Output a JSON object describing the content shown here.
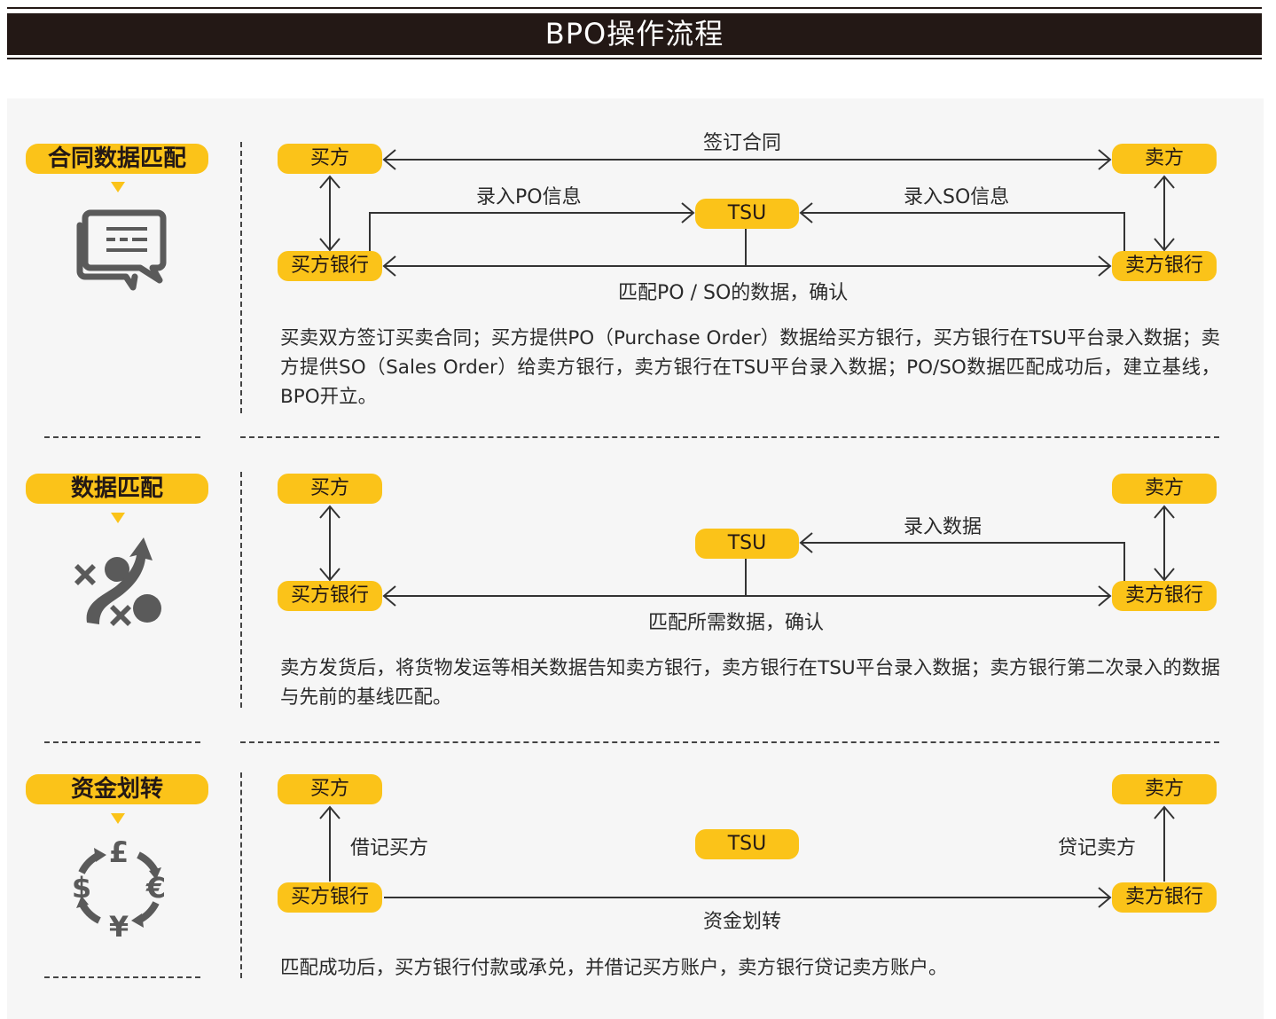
{
  "title": "BPO操作流程",
  "nodes": {
    "buyer": "买方",
    "seller": "卖方",
    "buyer_bank": "买方银行",
    "seller_bank": "卖方银行",
    "tsu": "TSU"
  },
  "sections": [
    {
      "label": "合同数据匹配",
      "icon": "chat-bubbles-icon",
      "edges": {
        "top": "签订合同",
        "left_in": "录入PO信息",
        "right_in": "录入SO信息",
        "bottom": "匹配PO / SO的数据，确认"
      },
      "description": "买卖双方签订买卖合同；买方提供PO（Purchase Order）数据给买方银行，买方银行在TSU平台录入数据；卖方提供SO（Sales Order）给卖方银行，卖方银行在TSU平台录入数据；PO/SO数据匹配成功后，建立基线，BPO开立。"
    },
    {
      "label": "数据匹配",
      "icon": "strategy-play-icon",
      "edges": {
        "right_in": "录入数据",
        "bottom": "匹配所需数据，确认"
      },
      "description": "卖方发货后，将货物发运等相关数据告知卖方银行，卖方银行在TSU平台录入数据；卖方银行第二次录入的数据与先前的基线匹配。"
    },
    {
      "label": "资金划转",
      "icon": "currency-exchange-icon",
      "edges": {
        "left_up": "借记买方",
        "right_up": "贷记卖方",
        "bottom": "资金划转"
      },
      "description": "匹配成功后，买方银行付款或承兑，并借记买方账户，卖方银行贷记卖方账户。"
    }
  ]
}
